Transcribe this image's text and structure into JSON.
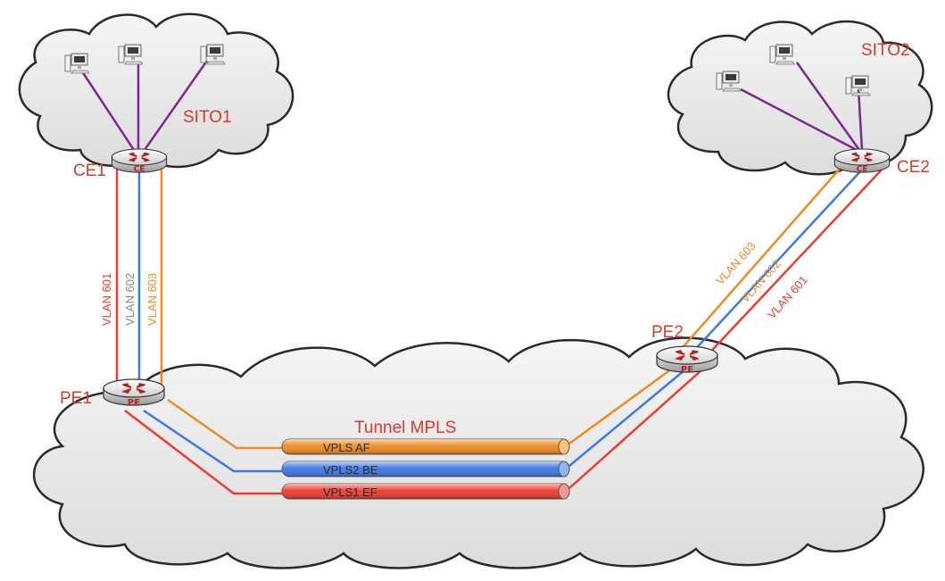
{
  "colors": {
    "vlan_601": "#ee3b2d",
    "vlan_602": "#3c78e8",
    "vlan_603": "#f08a22",
    "host_link": "#7a2a8e",
    "label_red": "#d83a2e",
    "cloud_fill": "#ececec",
    "cloud_stroke": "#2a2a2a",
    "router_logo": "#b22222"
  },
  "sites": {
    "site1": {
      "label": "SITO1"
    },
    "site2": {
      "label": "SITO2"
    }
  },
  "nodes": {
    "ce1": {
      "label": "CE1",
      "badge": "CE",
      "icon": "router-icon"
    },
    "ce2": {
      "label": "CE2",
      "badge": "CE",
      "icon": "router-icon"
    },
    "pe1": {
      "label": "PE1",
      "badge": "PE",
      "icon": "router-icon"
    },
    "pe2": {
      "label": "PE2",
      "badge": "PE",
      "icon": "router-icon"
    }
  },
  "hosts": {
    "icon": "workstation-icon",
    "site1_count": 3,
    "site2_count": 3
  },
  "vlans": {
    "v601": "VLAN 601",
    "v602": "VLAN 602",
    "v603": "VLAN 603"
  },
  "tunnel": {
    "title": "Tunnel MPLS",
    "pipes": [
      {
        "label": "VPLS AF",
        "color": "#f08a22"
      },
      {
        "label": "VPLS2 BE",
        "color": "#3c78e8"
      },
      {
        "label": "VPLS1 EF",
        "color": "#ee3b2d"
      }
    ]
  }
}
